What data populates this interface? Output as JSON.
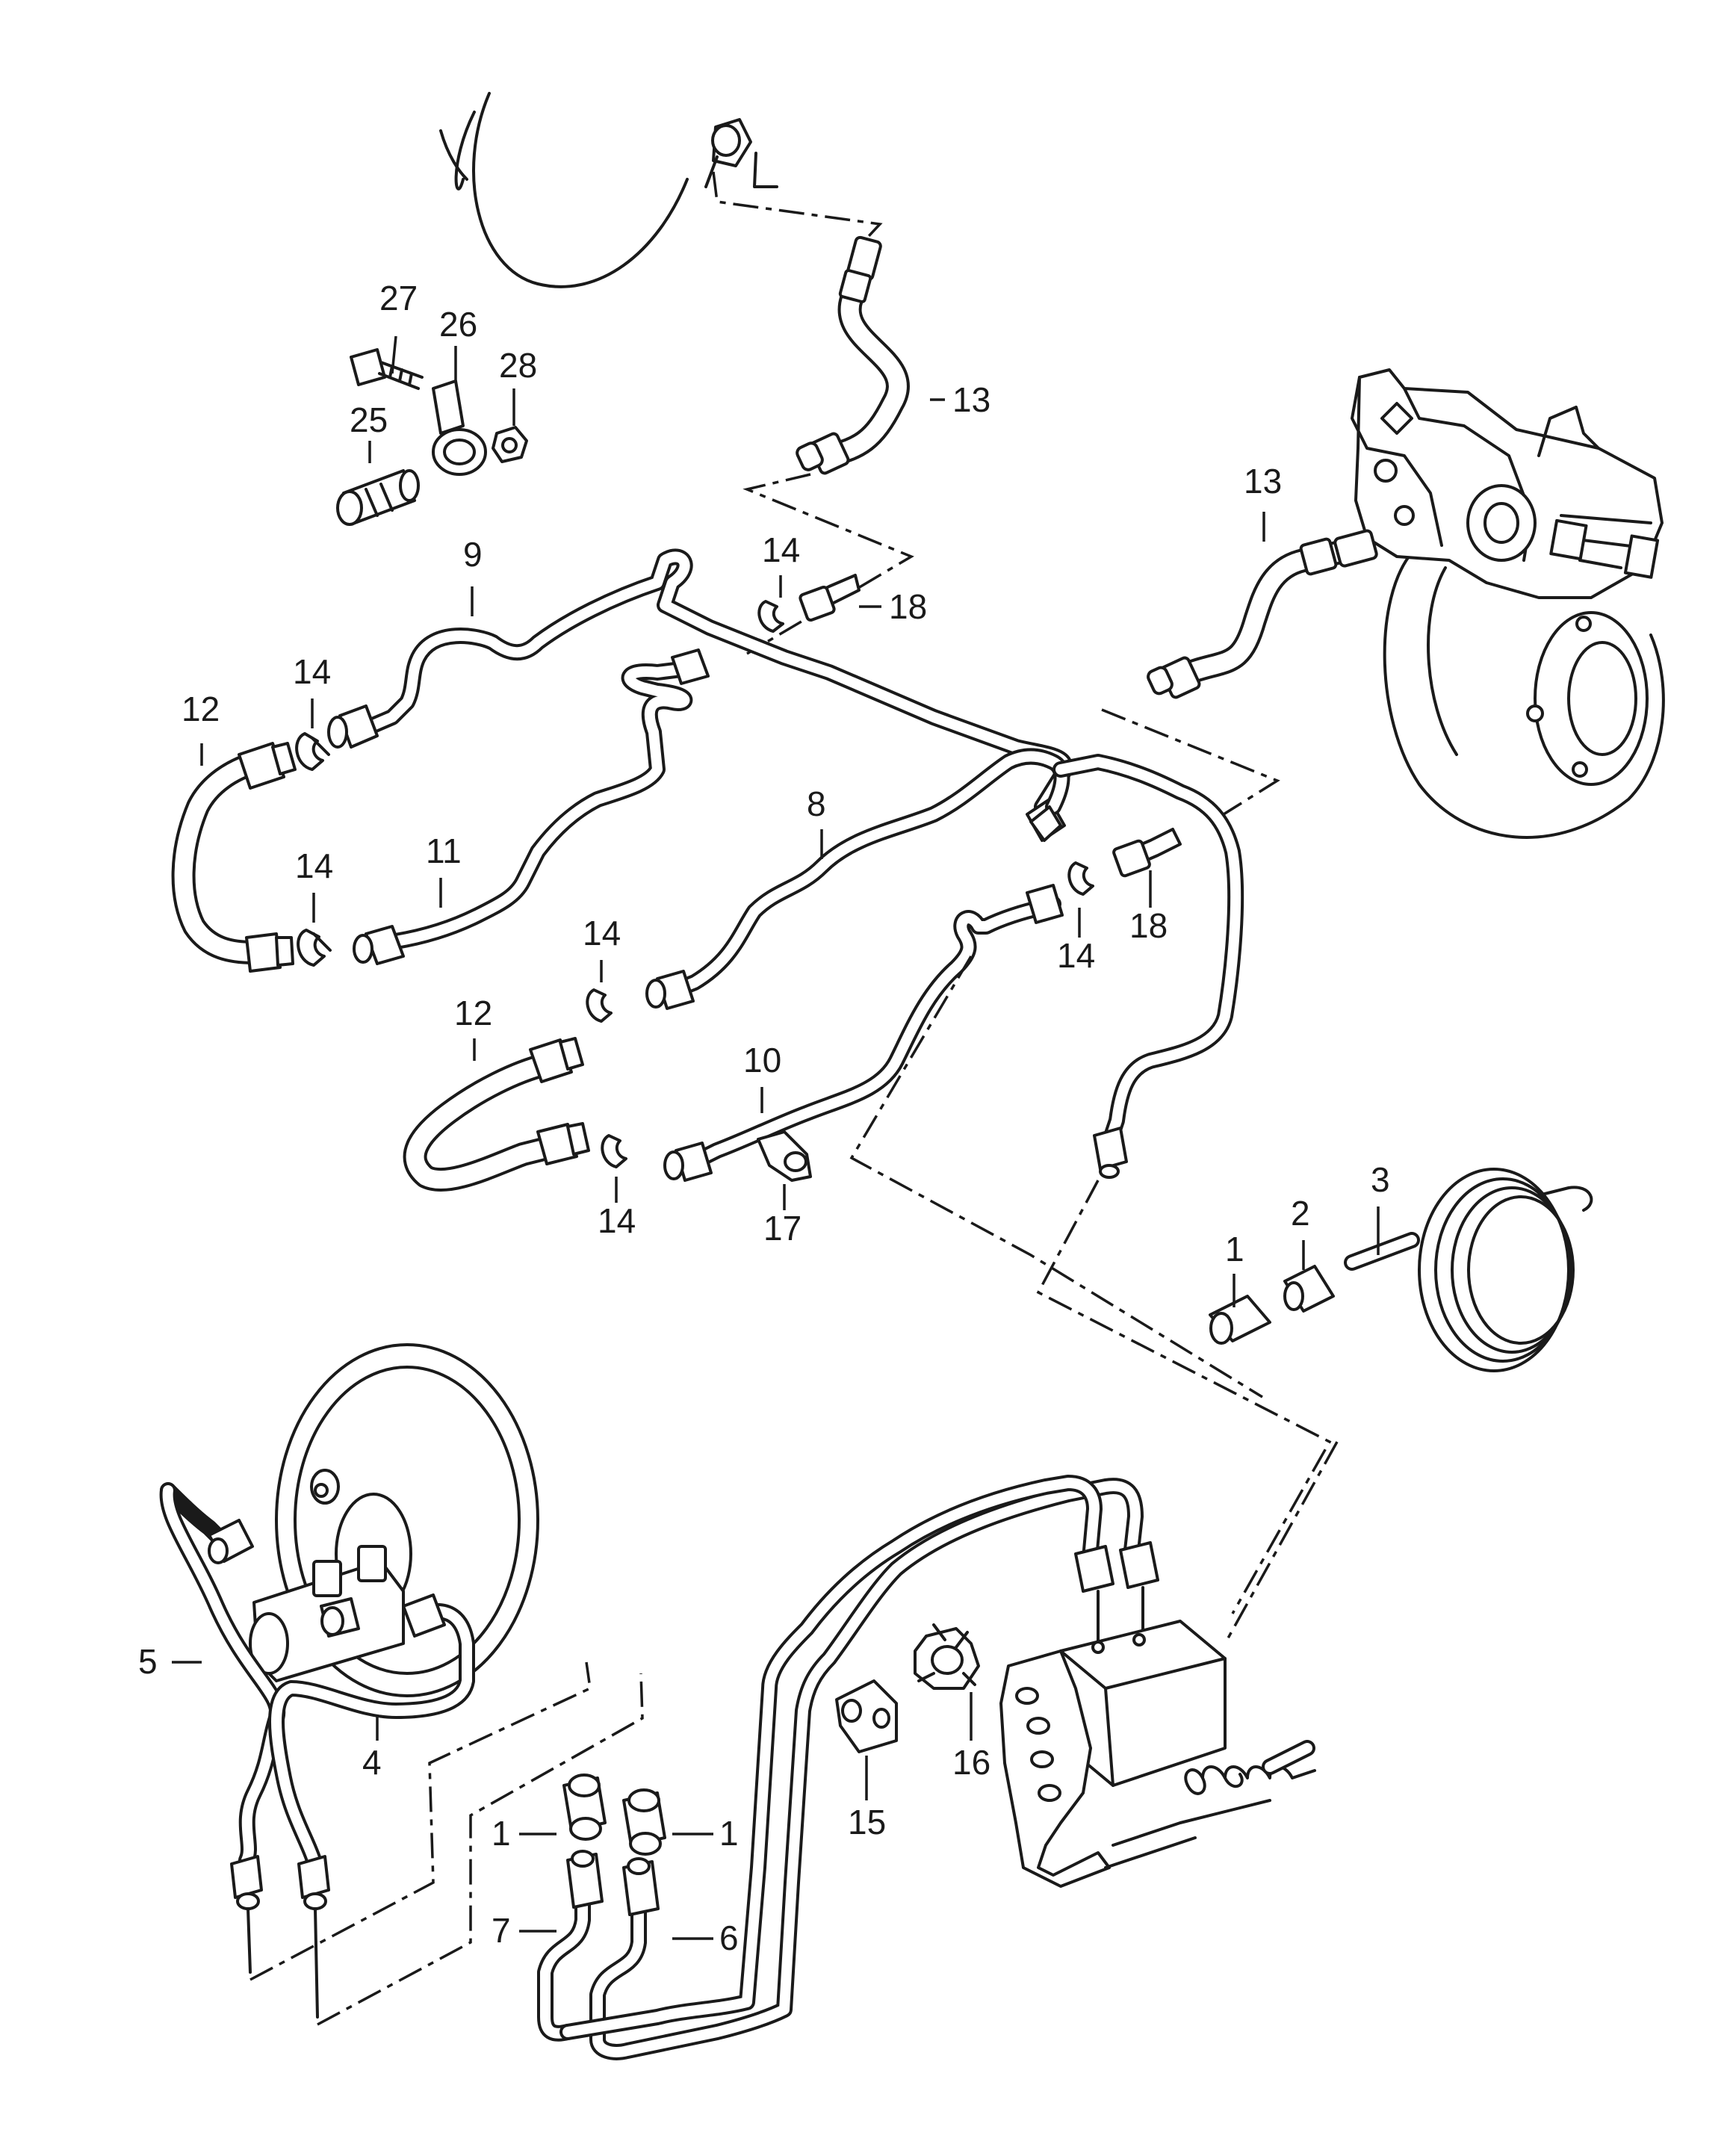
{
  "labels": {
    "l1a": "1",
    "l1b": "1",
    "l1c": "1",
    "l2": "2",
    "l3": "3",
    "l4": "4",
    "l5": "5",
    "l6": "6",
    "l7": "7",
    "l8": "8",
    "l9": "9",
    "l10": "10",
    "l11": "11",
    "l12a": "12",
    "l12b": "12",
    "l13a": "13",
    "l13b": "13",
    "l14a": "14",
    "l14b": "14",
    "l14c": "14",
    "l14d": "14",
    "l14e": "14",
    "l14f": "14",
    "l15": "15",
    "l16": "16",
    "l17": "17",
    "l18a": "18",
    "l18b": "18",
    "l25": "25",
    "l26": "26",
    "l27": "27",
    "l28": "28"
  }
}
